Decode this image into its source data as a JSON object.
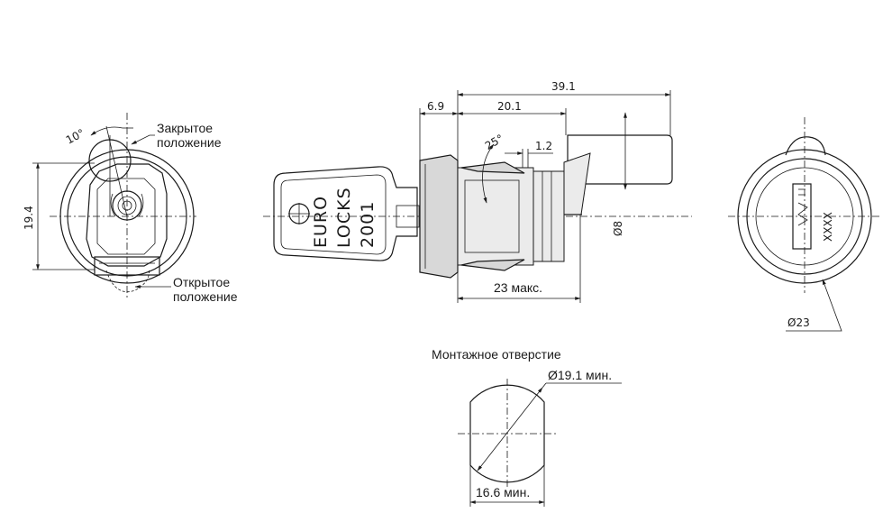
{
  "drawing": {
    "left_view": {
      "angle": "10°",
      "height": "19.4",
      "closed_position_line1": "Закрытое",
      "closed_position_line2": "положение",
      "open_position_line1": "Открытое",
      "open_position_line2": "положение"
    },
    "side_view": {
      "overall_length": "39.1",
      "flange": "6.9",
      "body_length": "20.1",
      "latch_angle": "25°",
      "gap": "1.2",
      "max_length": "23 макс.",
      "cam_diameter": "Ø8",
      "key_text_line1": "EURO",
      "key_text_line2": "LOCKS",
      "key_number": "2001"
    },
    "front_view": {
      "diameter": "Ø23",
      "key_code": "XXXX"
    },
    "cutout": {
      "title": "Монтажное отверстие",
      "diameter": "Ø19.1 мин.",
      "width": "16.6 мин."
    }
  }
}
